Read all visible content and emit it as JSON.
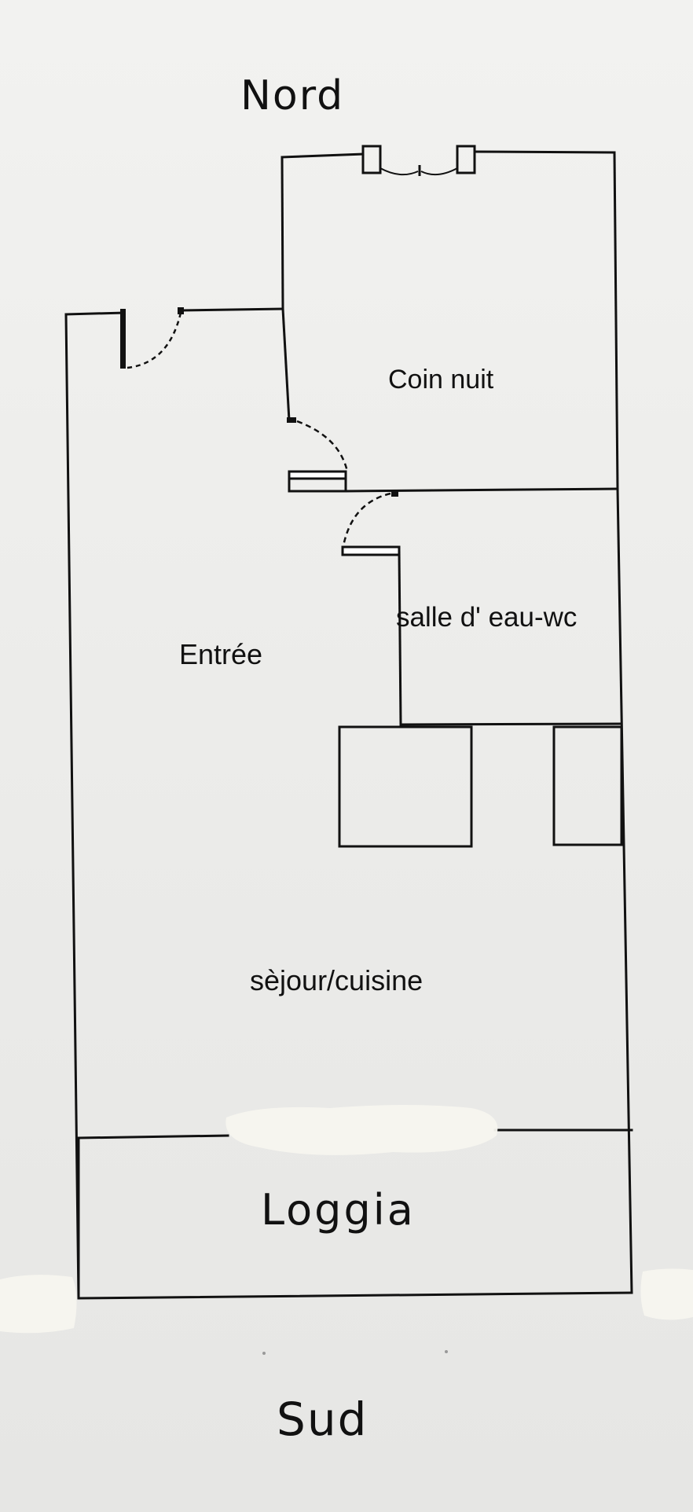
{
  "labels": {
    "north": "Nord",
    "south": "Sud",
    "bedroom": "Coin nuit",
    "bathroom": "salle d' eau-wc",
    "entry": "Entrée",
    "living_kitchen": "sèjour/cuisine",
    "loggia": "Loggia"
  },
  "colors": {
    "ink": "#111111",
    "paper": "#ececea",
    "correction_fluid": "#f7f6ef"
  }
}
